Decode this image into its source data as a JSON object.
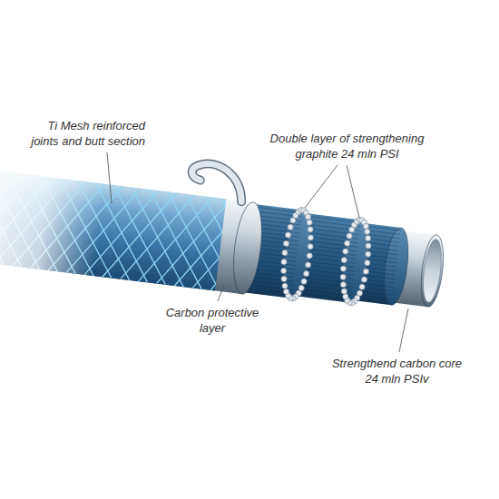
{
  "diagram": {
    "labels": [
      "Ti Mesh reinforced joints and butt section",
      "Double layer of strengthening graphite 24 mln PSI",
      "Carbon protective layer",
      "Strengthend carbon core 24 mln PSIv"
    ]
  }
}
